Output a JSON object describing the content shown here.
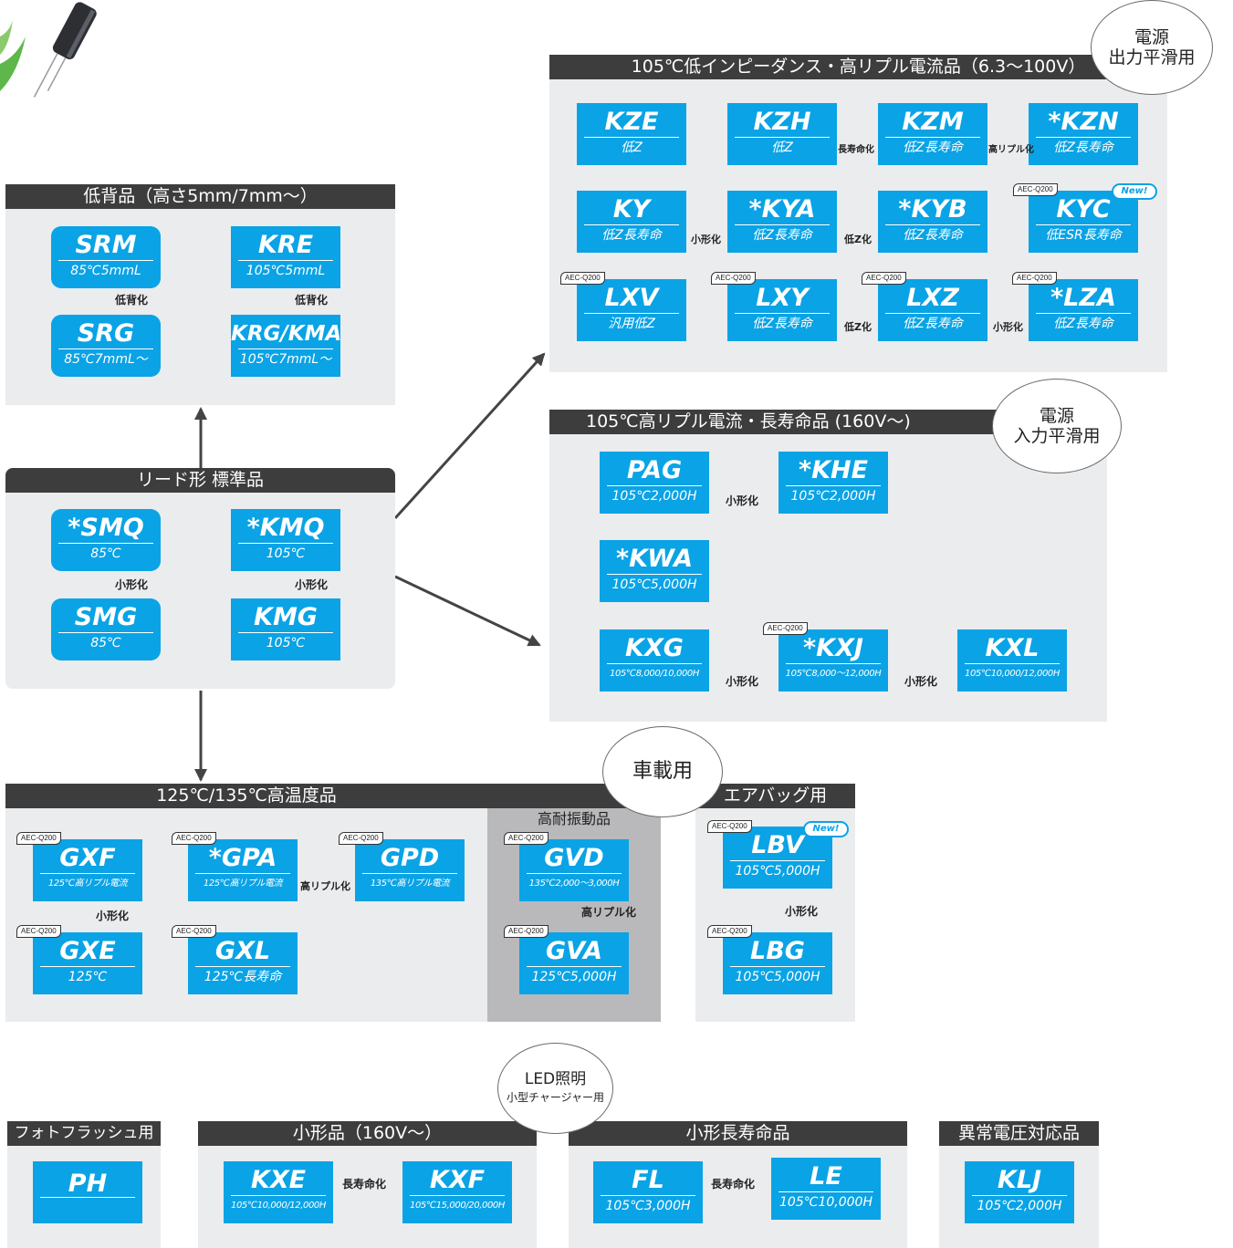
{
  "panels": {
    "low_profile": {
      "title": "低背品（高さ5mm/7mm〜）"
    },
    "standard": {
      "title": "リード形 標準品"
    },
    "low_imp": {
      "title": "105℃低インピーダンス・高リプル電流品（6.3〜100V）"
    },
    "high_ripple": {
      "title": "105℃高リプル電流・長寿命品 (160V〜)"
    },
    "high_temp": {
      "title": "125℃/135℃高温度品"
    },
    "vibration": {
      "title": "高耐振動品"
    },
    "airbag": {
      "title": "エアバッグ用"
    },
    "photo": {
      "title": "フォトフラッシュ用"
    },
    "small": {
      "title": "小形品（160V〜）"
    },
    "small_long": {
      "title": "小形長寿命品"
    },
    "abnormal": {
      "title": "異常電圧対応品"
    }
  },
  "bubbles": {
    "psu_out": {
      "l1": "電源",
      "l2": "出力平滑用"
    },
    "psu_in": {
      "l1": "電源",
      "l2": "入力平滑用"
    },
    "auto": {
      "l1": "車載用"
    },
    "led": {
      "l1": "LED照明",
      "l2": "小型チャージャー用"
    }
  },
  "badges": {
    "aec": "AEC-Q200",
    "new": "New!"
  },
  "products": {
    "SRM": {
      "name": "SRM",
      "sub": "85℃5mmL"
    },
    "SRG": {
      "name": "SRG",
      "sub": "85℃7mmL〜"
    },
    "KRE": {
      "name": "KRE",
      "sub": "105℃5mmL"
    },
    "KRGKMA": {
      "name": "KRG/KMA",
      "sub": "105℃7mmL〜"
    },
    "SMQ": {
      "name": "*SMQ",
      "sub": "85℃"
    },
    "SMG": {
      "name": "SMG",
      "sub": "85℃"
    },
    "KMQ": {
      "name": "*KMQ",
      "sub": "105℃"
    },
    "KMG": {
      "name": "KMG",
      "sub": "105℃"
    },
    "KZE": {
      "name": "KZE",
      "sub": "低Z"
    },
    "KZH": {
      "name": "KZH",
      "sub": "低Z"
    },
    "KZM": {
      "name": "KZM",
      "sub": "低Z長寿命"
    },
    "KZN": {
      "name": "*KZN",
      "sub": "低Z長寿命"
    },
    "KY": {
      "name": "KY",
      "sub": "低Z長寿命"
    },
    "KYA": {
      "name": "*KYA",
      "sub": "低Z長寿命"
    },
    "KYB": {
      "name": "*KYB",
      "sub": "低Z長寿命"
    },
    "KYC": {
      "name": "KYC",
      "sub": "低ESR長寿命"
    },
    "LXV": {
      "name": "LXV",
      "sub": "汎用低Z"
    },
    "LXY": {
      "name": "LXY",
      "sub": "低Z長寿命"
    },
    "LXZ": {
      "name": "LXZ",
      "sub": "低Z長寿命"
    },
    "LZA": {
      "name": "*LZA",
      "sub": "低Z長寿命"
    },
    "PAG": {
      "name": "PAG",
      "sub": "105℃2,000H"
    },
    "KHE": {
      "name": "*KHE",
      "sub": "105℃2,000H"
    },
    "KWA": {
      "name": "*KWA",
      "sub": "105℃5,000H"
    },
    "KXG": {
      "name": "KXG",
      "sub": "105℃8,000/10,000H"
    },
    "KXJ": {
      "name": "*KXJ",
      "sub": "105℃8,000〜12,000H"
    },
    "KXL": {
      "name": "KXL",
      "sub": "105℃10,000/12,000H"
    },
    "GXF": {
      "name": "GXF",
      "sub": "125℃高リプル電流"
    },
    "GPA": {
      "name": "*GPA",
      "sub": "125℃高リプル電流"
    },
    "GPD": {
      "name": "GPD",
      "sub": "135℃高リプル電流"
    },
    "GXE": {
      "name": "GXE",
      "sub": "125℃"
    },
    "GXL": {
      "name": "GXL",
      "sub": "125℃長寿命"
    },
    "GVD": {
      "name": "GVD",
      "sub": "135℃2,000〜3,000H"
    },
    "GVA": {
      "name": "GVA",
      "sub": "125℃5,000H"
    },
    "LBV": {
      "name": "LBV",
      "sub": "105℃5,000H"
    },
    "LBG": {
      "name": "LBG",
      "sub": "105℃5,000H"
    },
    "PH": {
      "name": "PH",
      "sub": ""
    },
    "KXE": {
      "name": "KXE",
      "sub": "105℃10,000/12,000H"
    },
    "KXF": {
      "name": "KXF",
      "sub": "105℃15,000/20,000H"
    },
    "FL": {
      "name": "FL",
      "sub": "105℃3,000H"
    },
    "LE": {
      "name": "LE",
      "sub": "105℃10,000H"
    },
    "KLJ": {
      "name": "KLJ",
      "sub": "105℃2,000H"
    }
  },
  "labels": {
    "low_back": "低背化",
    "smaller": "小形化",
    "longer": "長寿命化",
    "high_ripple": "高リプル化",
    "low_z": "低Z化"
  }
}
